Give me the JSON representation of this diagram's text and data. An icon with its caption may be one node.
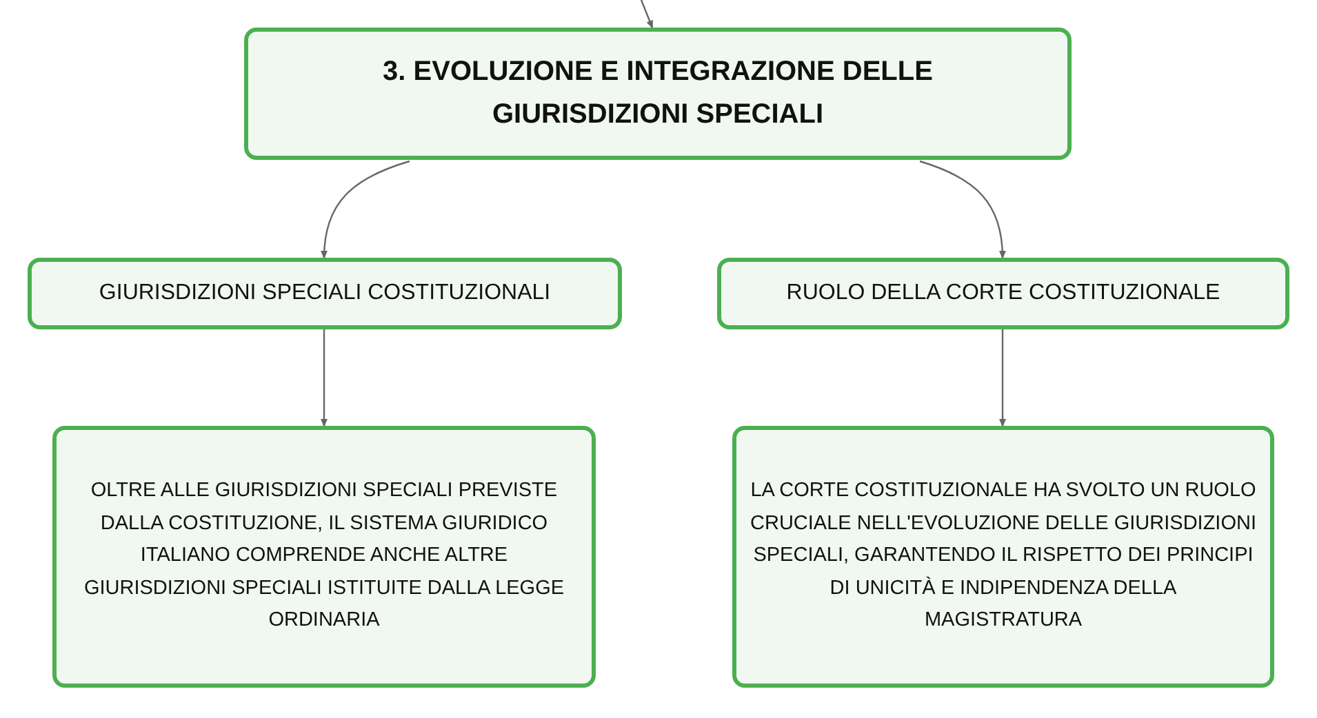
{
  "diagram": {
    "nodes": [
      {
        "text": [
          "3. EVOLUZIONE E INTEGRAZIONE DELLE GIURISDIZIONI SPECIALI"
        ]
      },
      {
        "text": [
          "GIURISDIZIONI SPECIALI COSTITUZIONALI"
        ]
      },
      {
        "text": [
          "RUOLO DELLA CORTE COSTITUZIONALE"
        ]
      },
      {
        "text": [
          "OLTRE ALLE GIURISDIZIONI SPECIALI PREVISTE DALLA COSTITUZIONE, IL SISTEMA GIURIDICO ITALIANO COMPRENDE ANCHE ALTRE GIURISDIZIONI SPECIALI ISTITUITE DALLA LEGGE ORDINARIA"
        ]
      },
      {
        "text": [
          "LA CORTE COSTITUZIONALE HA SVOLTO UN RUOLO CRUCIALE NELL'EVOLUZIONE DELLE GIURISDIZIONI SPECIALI, GARANTENDO IL RISPETTO DEI PRINCIPI DI UNICITÀ E INDIPENDENZA DELLA MAGISTRATURA"
        ]
      }
    ],
    "edges": [
      {
        "from": null,
        "to": 0,
        "arrow": "to"
      },
      {
        "from": 0,
        "to": 1,
        "arrow": "to"
      },
      {
        "from": 0,
        "to": 2,
        "arrow": "to"
      },
      {
        "from": 1,
        "to": 3,
        "arrow": "to"
      },
      {
        "from": 2,
        "to": 4,
        "arrow": "to"
      }
    ]
  }
}
